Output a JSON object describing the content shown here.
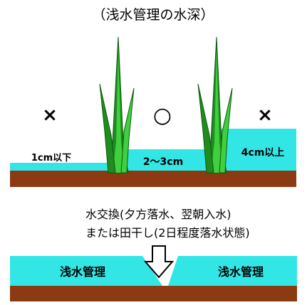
{
  "title": "（浅水管理の水深）",
  "top_panel": {
    "marks": [
      "×",
      "○",
      "×"
    ],
    "labels": {
      "left": "1cm以下",
      "middle": "2～3cm",
      "right": "4cm以上"
    }
  },
  "bottom_panel": {
    "lines": [
      "水交換(夕方落水、翌朝入水)",
      "または田干し(2日程度落水状態)"
    ],
    "labels": {
      "left": "浅水管理",
      "right": "浅水管理"
    }
  },
  "colors": {
    "water": "#33e6e6",
    "soil": "#8b3a12",
    "leaf_dark": "#1f8c1f",
    "leaf_light": "#3fcf3f"
  }
}
